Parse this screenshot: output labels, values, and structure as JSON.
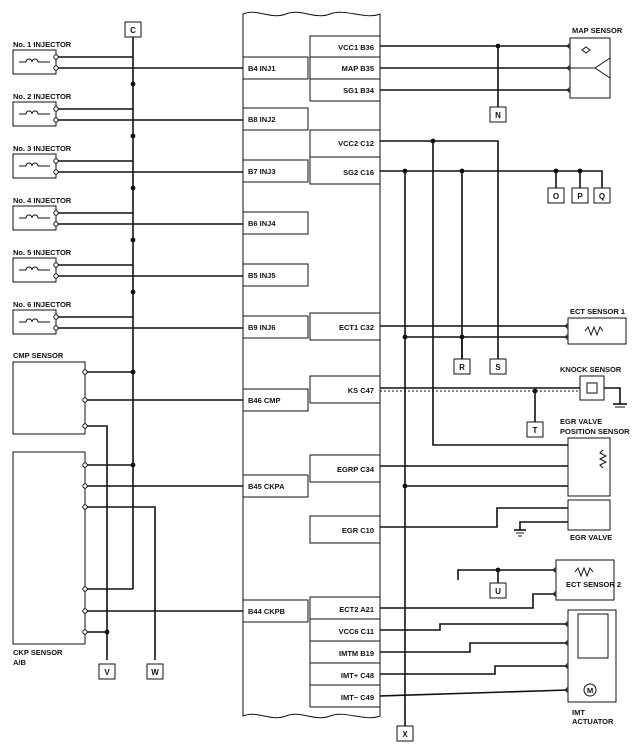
{
  "injectors": [
    {
      "label": "No. 1 INJECTOR",
      "pin": "B4 INJ1"
    },
    {
      "label": "No. 2 INJECTOR",
      "pin": "B8 INJ2"
    },
    {
      "label": "No. 3 INJECTOR",
      "pin": "B7 INJ3"
    },
    {
      "label": "No. 4 INJECTOR",
      "pin": "B6 INJ4"
    },
    {
      "label": "No. 5 INJECTOR",
      "pin": "B5 INJ5"
    },
    {
      "label": "No. 6 INJECTOR",
      "pin": "B9 INJ6"
    }
  ],
  "left_components": {
    "cmp_sensor": "CMP SENSOR",
    "ckp_sensor_line1": "CKP SENSOR",
    "ckp_sensor_line2": "A/B"
  },
  "left_pins": {
    "cmp": "B46 CMP",
    "ckpa": "B45 CKPA",
    "ckpb": "B44 CKPB"
  },
  "right_pins": {
    "vcc1": "VCC1 B36",
    "map": "MAP B35",
    "sg1": "SG1 B34",
    "vcc2": "VCC2 C12",
    "sg2": "SG2 C16",
    "ect1": "ECT1 C32",
    "ks": "KS C47",
    "egrp": "EGRP C34",
    "egr": "EGR C10",
    "ect2": "ECT2 A21",
    "vcc6": "VCC6 C11",
    "imtm": "IMTM B19",
    "imtp": "IMT+ C48",
    "imtn": "IMT− C49"
  },
  "right_components": {
    "map_sensor": "MAP SENSOR",
    "ect_sensor_1": "ECT SENSOR 1",
    "knock_sensor": "KNOCK SENSOR",
    "egr_position_line1": "EGR VALVE",
    "egr_position_line2": "POSITION SENSOR",
    "egr_valve": "EGR VALVE",
    "ect_sensor_2": "ECT SENSOR 2",
    "imt_line1": "IMT",
    "imt_line2": "ACTUATOR"
  },
  "connectors": {
    "c": "C",
    "n": "N",
    "o": "O",
    "p": "P",
    "q": "Q",
    "r": "R",
    "s": "S",
    "t": "T",
    "u": "U",
    "v": "V",
    "w": "W",
    "x": "X"
  }
}
